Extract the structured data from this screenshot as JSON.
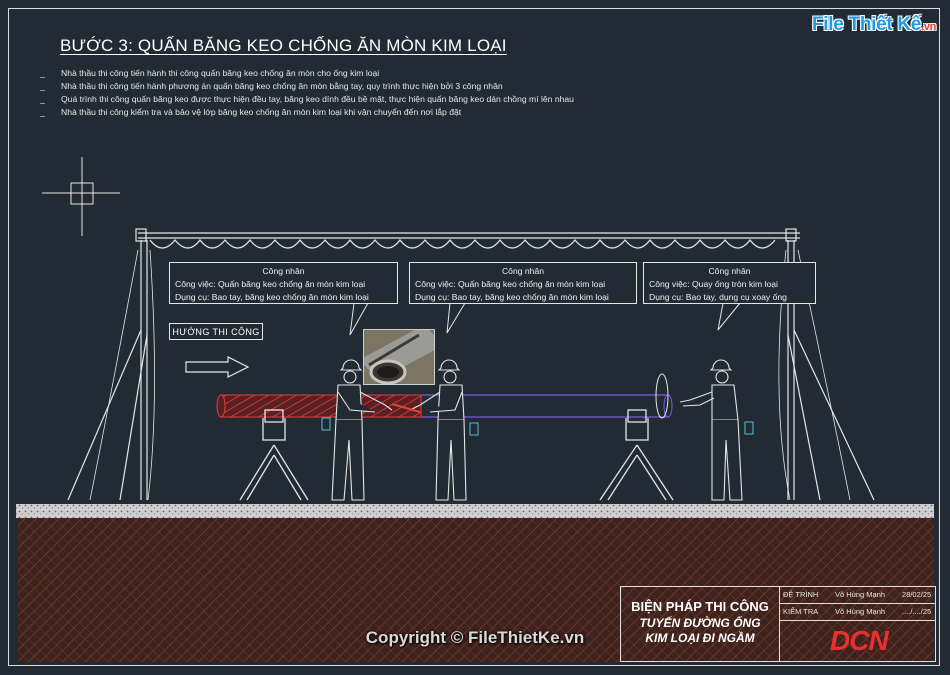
{
  "logo": {
    "main": "File Thiết Kế",
    "suffix": ".vn"
  },
  "title": "BƯỚC 3: QUẤN BĂNG KEO CHỐNG ĂN MÒN KIM LOẠI",
  "notes": [
    "Nhà thầu thi công tiến hành thi công quấn băng keo chống ăn mòn cho ống kim loại",
    "Nhà thầu thi công tiến hành phương án quấn băng keo chống ăn mòn bằng tay, quy trình thực hiện bởi 3 công nhân",
    "Quá trình thi công quấn băng keo được thực hiện đều tay, băng keo dính đều bề mặt, thực hiện quấn băng keo dán chồng mí lên nhau",
    "Nhà thầu thi công kiểm tra và bảo vệ lớp băng keo chống ăn mòn kim loại khi vận chuyển đến nơi lắp đặt"
  ],
  "callouts": [
    {
      "title": "Công nhân",
      "task": "Công việc: Quấn băng keo chống ăn mòn kim loại",
      "tools": "Dụng cụ: Bao tay, băng keo chống ăn mòn kim loại"
    },
    {
      "title": "Công nhân",
      "task": "Công việc: Quấn băng keo chống ăn mòn kim loại",
      "tools": "Dụng cụ: Bao tay, băng keo chống ăn mòn kim loại"
    },
    {
      "title": "Công nhân",
      "task": "Công việc: Quay ống tròn kim loại",
      "tools": "Dụng cụ: Bao tay, dụng cụ xoay ống"
    }
  ],
  "direction_label": "HƯỚNG THI CÔNG",
  "title_block": {
    "line1": "BIỆN PHÁP THI CÔNG",
    "line2": "TUYẾN ĐƯỜNG ỐNG",
    "line3": "KIM LOẠI ĐI NGẦM",
    "rows": [
      {
        "label": "ĐỆ TRÌNH",
        "name": "Võ Hùng Mạnh",
        "date": "28/02/25"
      },
      {
        "label": "KIỂM TRA",
        "name": "Võ Hùng Mạnh",
        "date": "..../..../25"
      }
    ],
    "brand": "DCN"
  },
  "watermark": "Copyright © FileThietKe.vn",
  "colors": {
    "background": "#222a33",
    "line": "#e6e6e6",
    "pipe_wrapped": "#c0392b",
    "pipe": "#6a4bd6",
    "soil": "#4a2a22"
  }
}
